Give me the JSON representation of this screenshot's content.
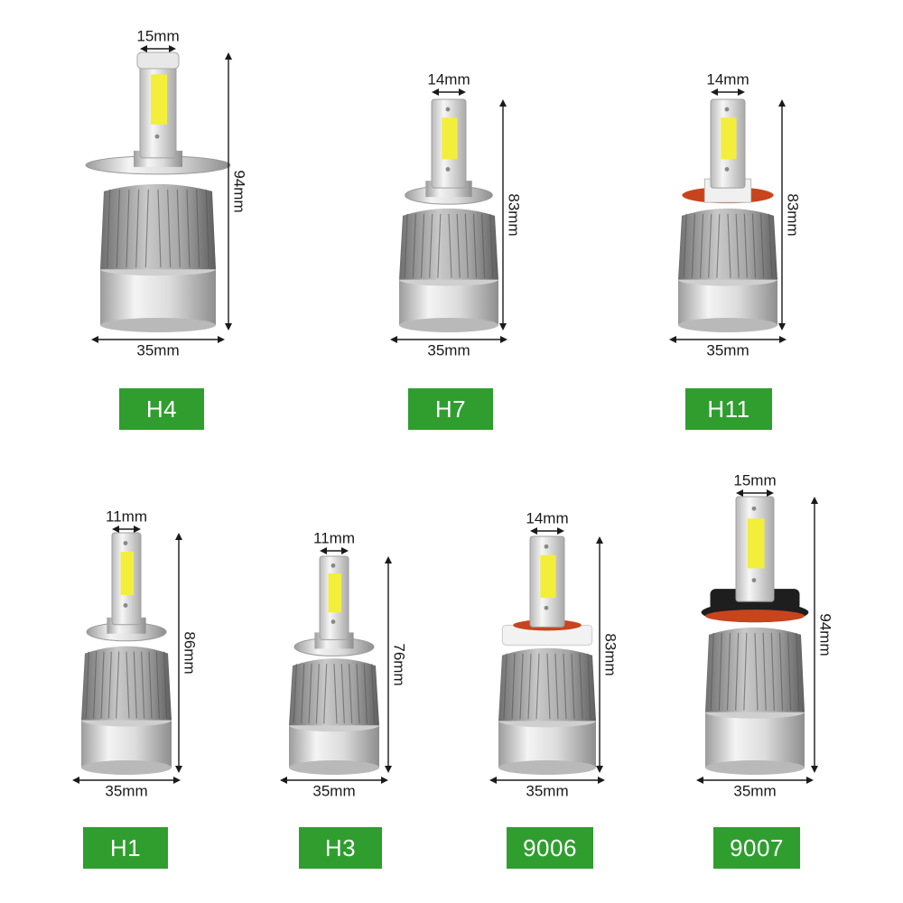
{
  "colors": {
    "label_bg": "#2f9e2f",
    "label_text": "#ffffff",
    "chip_yellow": "#f3ee3a",
    "body_silver": "#d9d9d9",
    "o_ring_red": "#c8441c"
  },
  "bulbs": [
    {
      "model": "H4",
      "width_label": "35mm",
      "head_label": "15mm",
      "height_label": "94mm",
      "base": "h4-flange"
    },
    {
      "model": "H7",
      "width_label": "35mm",
      "head_label": "14mm",
      "height_label": "83mm",
      "base": "h7-flange"
    },
    {
      "model": "H11",
      "width_label": "35mm",
      "head_label": "14mm",
      "height_label": "83mm",
      "base": "h11-red-ring"
    },
    {
      "model": "H1",
      "width_label": "35mm",
      "head_label": "11mm",
      "height_label": "86mm",
      "base": "h1-flange"
    },
    {
      "model": "H3",
      "width_label": "35mm",
      "head_label": "11mm",
      "height_label": "76mm",
      "base": "h3-flange"
    },
    {
      "model": "9006",
      "width_label": "35mm",
      "head_label": "14mm",
      "height_label": "83mm",
      "base": "9006-white-collar"
    },
    {
      "model": "9007",
      "width_label": "35mm",
      "head_label": "15mm",
      "height_label": "94mm",
      "base": "9007-black-socket"
    }
  ]
}
